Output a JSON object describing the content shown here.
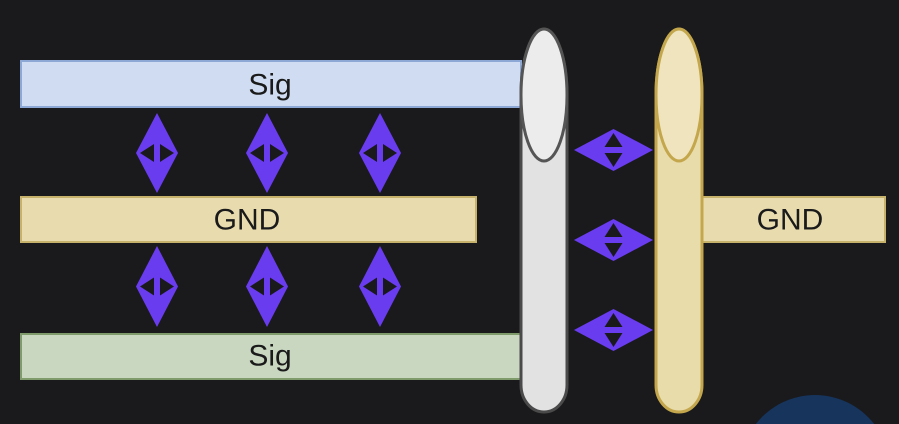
{
  "layers": [
    {
      "label": "Sig",
      "color": "#cfdcf1",
      "border": "#8ea8d6"
    },
    {
      "label": "GND",
      "color": "#e8dcae",
      "border": "#c7b26b"
    },
    {
      "label": "Sig",
      "color": "#c9d7c1",
      "border": "#7f9a6b"
    }
  ],
  "via_gnd_label": "GND",
  "colors": {
    "background": "#1a1a1c",
    "arrow": "#6a3cf0",
    "signal_via": "#e4e4e4",
    "ground_via": "#ecdfae"
  }
}
